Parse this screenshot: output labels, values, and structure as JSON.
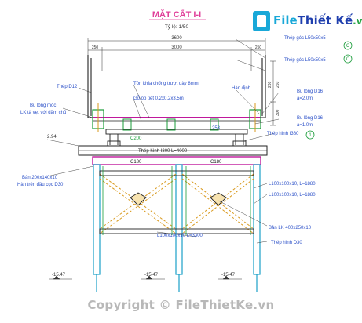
{
  "title": "MẶT CẮT I-I",
  "scale": "Tỷ lệ: 1/50",
  "logo": {
    "part1": "File",
    "part2": "Thiết Kế",
    "part3": ".vn"
  },
  "watermark": "Copyright © FileThietKe.vn",
  "dims": {
    "top": "3600",
    "inner": "3000",
    "side_left": "250",
    "side_right": "250",
    "small": "250"
  },
  "labels": {
    "angle_top": "Thép góc L50x50x5",
    "angle_mid": "Thép góc L50x50x5",
    "steel_d12": "Thép D12",
    "anti_slip": "Tôn khía chống trượt dày 8mm",
    "timber": "Gỗ ốp tiết 0.2x0.2x3.5m",
    "weld": "Hàn định",
    "bolt_d16_top": "Bu lông D16",
    "a_2m": "a=2.0m",
    "bolt_d16_mid": "Bu lông D16",
    "a_1m": "a=1.0m",
    "bolt_hook_1": "Bu lông móc",
    "bolt_hook_2": "LK tà vẹt với dầm chủ",
    "i380": "Thép hình I380",
    "c200": "C200",
    "dim_253": "253",
    "elev_294": "2.94",
    "i300": "Thép hình I300  L=4000",
    "c180_left": "C180",
    "c180_right": "C180",
    "plate_1": "Bản 200x140x10",
    "plate_2": "Hàn trên đầu cọc D30",
    "l100_a": "L100x100x10, L=1880",
    "l100_b": "L100x100x10, L=1880",
    "l100_c": "L100x100x10  L=3300",
    "lk_plate": "Bản LK 400x250x10",
    "pile": "Thép hình D30",
    "elev_left": "-15.47",
    "elev_mid": "-15.47",
    "elev_right": "-15.47",
    "side_dim_1": "260",
    "side_dim_2": "260",
    "side_dim_3": "300",
    "callout_c": "C",
    "callout_1": "1"
  },
  "colors": {
    "line": "#222222",
    "magenta": "#c0189c",
    "orange": "#d99a1e",
    "green": "#1a9c3a",
    "cyan": "#1aa0c8",
    "red": "#c8262a",
    "blue": "#2a4fc8"
  }
}
